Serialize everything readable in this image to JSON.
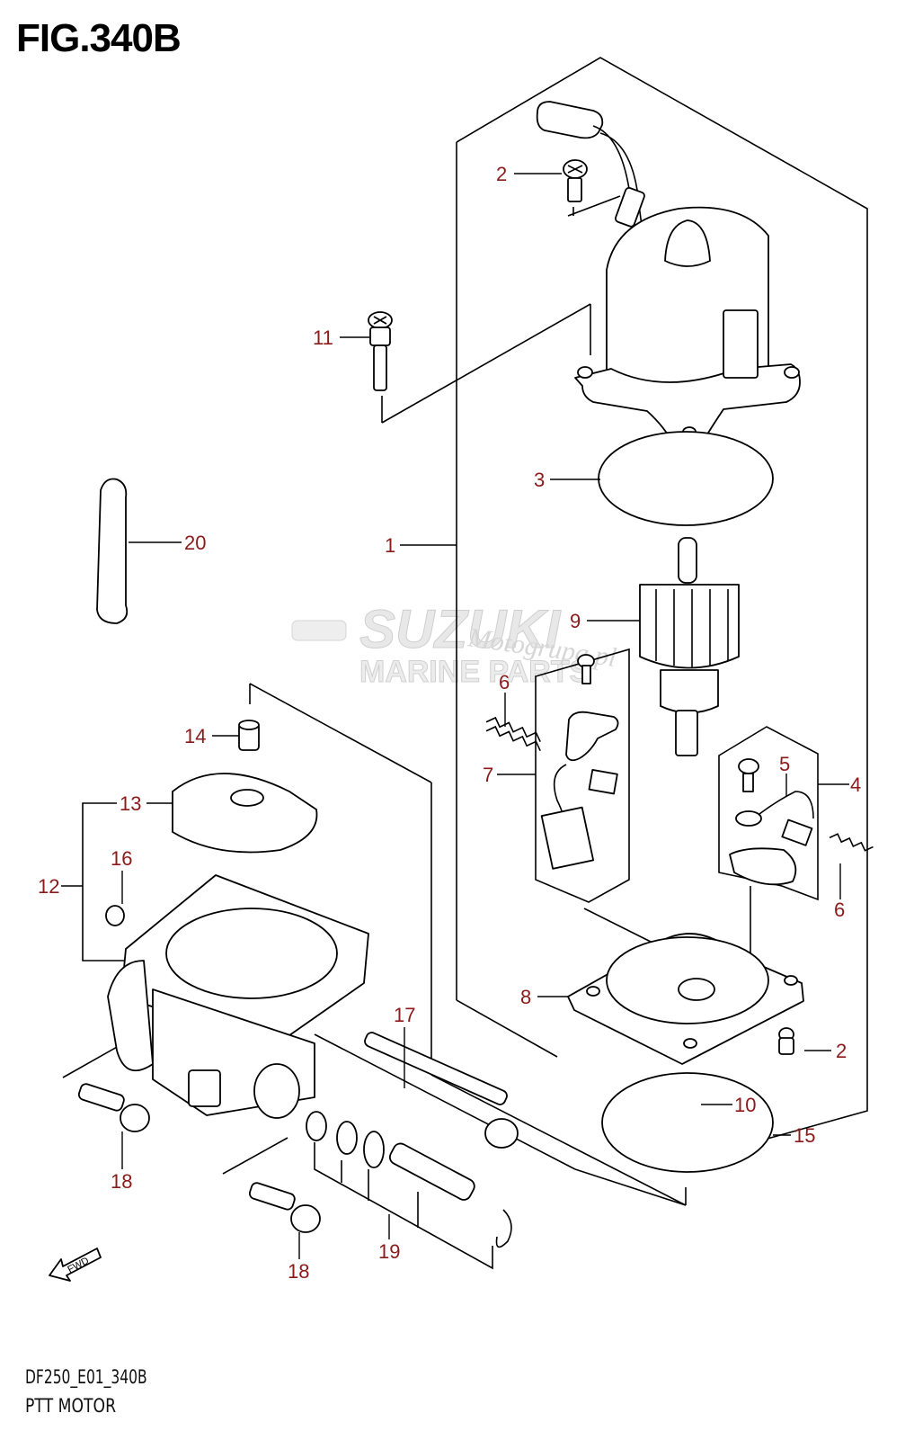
{
  "figure": {
    "title": "FIG.340B",
    "footer_code": "DF250_E01_340B",
    "footer_name": "PTT MOTOR",
    "fwd_label": "FWD"
  },
  "watermark": {
    "brand": "SUZUKI",
    "subtitle": "MARINE PARTS",
    "script": "Motogrupa.pl"
  },
  "colors": {
    "callout": "#8b1a1a",
    "line": "#000000",
    "watermark": "#d0d0d0"
  },
  "callouts": {
    "c1": "1",
    "c2a": "2",
    "c2b": "2",
    "c3": "3",
    "c4": "4",
    "c5": "5",
    "c6a": "6",
    "c6b": "6",
    "c7": "7",
    "c8": "8",
    "c9": "9",
    "c10": "10",
    "c11": "11",
    "c12": "12",
    "c13": "13",
    "c14": "14",
    "c15": "15",
    "c16": "16",
    "c17": "17",
    "c18a": "18",
    "c18b": "18",
    "c19": "19",
    "c20": "20"
  }
}
